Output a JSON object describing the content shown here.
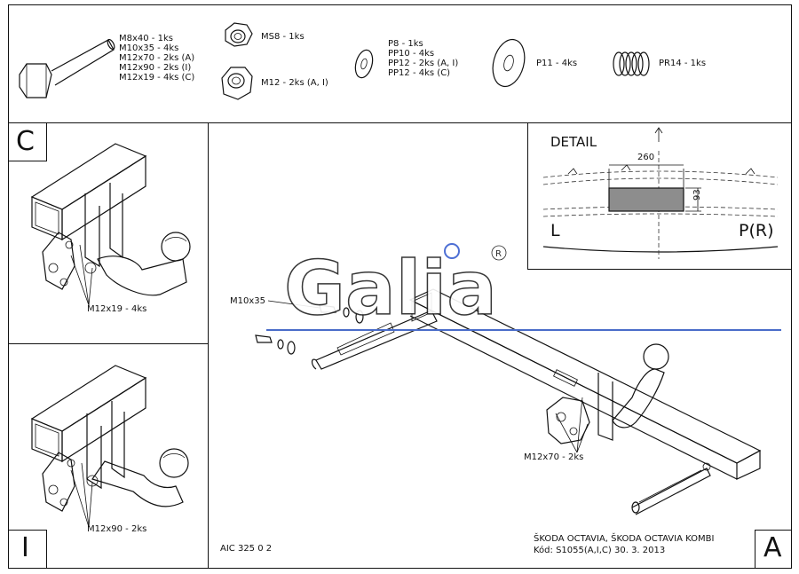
{
  "parts": {
    "bolt_lines": [
      "M8x40 - 1ks",
      "M10x35 - 4ks",
      "M12x70 - 2ks (A)",
      "M12x90 - 2ks (I)",
      "M12x19 - 4ks (C)"
    ],
    "nut_ms8": "MS8 - 1ks",
    "nut_m12": "M12 - 2ks (A, I)",
    "washer_lines": [
      "P8 - 1ks",
      "PP10 - 4ks",
      "PP12 - 2ks (A, I)",
      "PP12 - 4ks (C)"
    ],
    "washer_p11": "P11 - 4ks",
    "spring_pr14": "PR14 - 1ks"
  },
  "panel_c": {
    "letter": "C",
    "callout": "M12x19 - 4ks"
  },
  "panel_i": {
    "letter": "I",
    "callout": "M12x90 - 2ks"
  },
  "main": {
    "callout_m10": "M10x35",
    "callout_m12": "M12x70 - 2ks",
    "code": "AIC 325 0 2",
    "letter": "A",
    "vehicle": "ŠKODA OCTAVIA, ŠKODA OCTAVIA KOMBI",
    "kod": "Kód: S1055(A,I,C)  30. 3. 2013"
  },
  "detail": {
    "title": "DETAIL",
    "dim_width": "260",
    "dim_height": "93",
    "left": "L",
    "right": "P(R)"
  },
  "logo": {
    "text": "Galia",
    "mark": "R"
  }
}
